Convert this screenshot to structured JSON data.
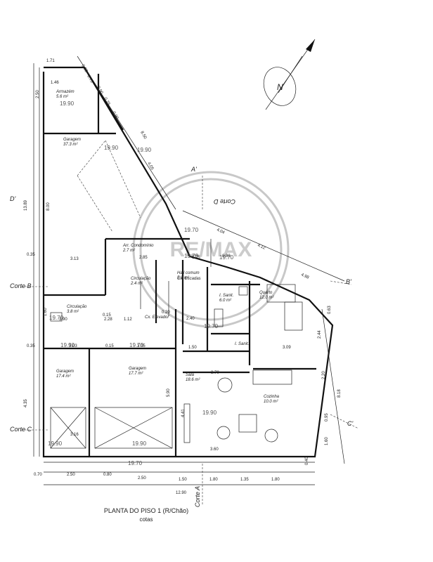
{
  "title": "PLANTA DO PISO 1 (R/Chão)",
  "subtitle": "cotas",
  "watermark": "RE/MAX",
  "north_symbol": "N",
  "colors": {
    "line": "#111111",
    "watermark": "#c8c8c8",
    "background": "#ffffff"
  },
  "rooms": [
    {
      "name": "Armazém",
      "area": "5.6 m²"
    },
    {
      "name": "Garagem",
      "area": "37.3 m²"
    },
    {
      "name": "Arr. Condomínio",
      "area": "2.7 m²"
    },
    {
      "name": "Circulação",
      "area": "2.4 m²"
    },
    {
      "name": "Hall comum",
      "area": "5.9 m²"
    },
    {
      "name": "Cx. Escadas",
      "area": ""
    },
    {
      "name": "Circulação",
      "area": "3.8 m²"
    },
    {
      "name": "Cx. Elevador",
      "area": ""
    },
    {
      "name": "I. Sanit.",
      "area": "6.0 m²"
    },
    {
      "name": "Quarto",
      "area": "12.0 m²"
    },
    {
      "name": "I. Sanit.",
      "area": ""
    },
    {
      "name": "Garagem",
      "area": "17.4 m²"
    },
    {
      "name": "Garagem",
      "area": "17.7 m²"
    },
    {
      "name": "Sala",
      "area": "18.6 m²"
    },
    {
      "name": "Cozinha",
      "area": "10.0 m²"
    }
  ],
  "sections": [
    "Corte D",
    "Corte B",
    "Corte C",
    "Corte A",
    "A'",
    "B'",
    "C'",
    "D'"
  ],
  "levels": [
    "19.90",
    "19.90",
    "19.90",
    "19.70",
    "19.70",
    "19.70",
    "19.90",
    "19.70",
    "19.90",
    "19.70",
    "19.70",
    "19.90",
    "19.90",
    "19.70"
  ],
  "dimensions": [
    "1.71",
    "1.46",
    "2.50",
    "0.55",
    "0.75",
    "0.90",
    "0.75",
    "0.90",
    "8.50",
    "4.05",
    "13.89",
    "8.00",
    "0.35",
    "3.13",
    "2.85",
    "1.75",
    "0.80",
    "4.04",
    "4.12",
    "4.98",
    "1.60",
    "1.90",
    "0.15",
    "2.28",
    "1.12",
    "0.20",
    "2.40",
    "0.63",
    "2.44",
    "0.35",
    "3.03",
    "0.15",
    "3.05",
    "1.50",
    "3.09",
    "3.70",
    "4.35",
    "3.16",
    "5.90",
    "4.41",
    "3.60",
    "0.95",
    "1.60",
    "2.20",
    "8.18",
    "0.40",
    "0.70",
    "2.50",
    "0.80",
    "2.50",
    "1.50",
    "1.80",
    "1.35",
    "1.80",
    "12.90"
  ]
}
